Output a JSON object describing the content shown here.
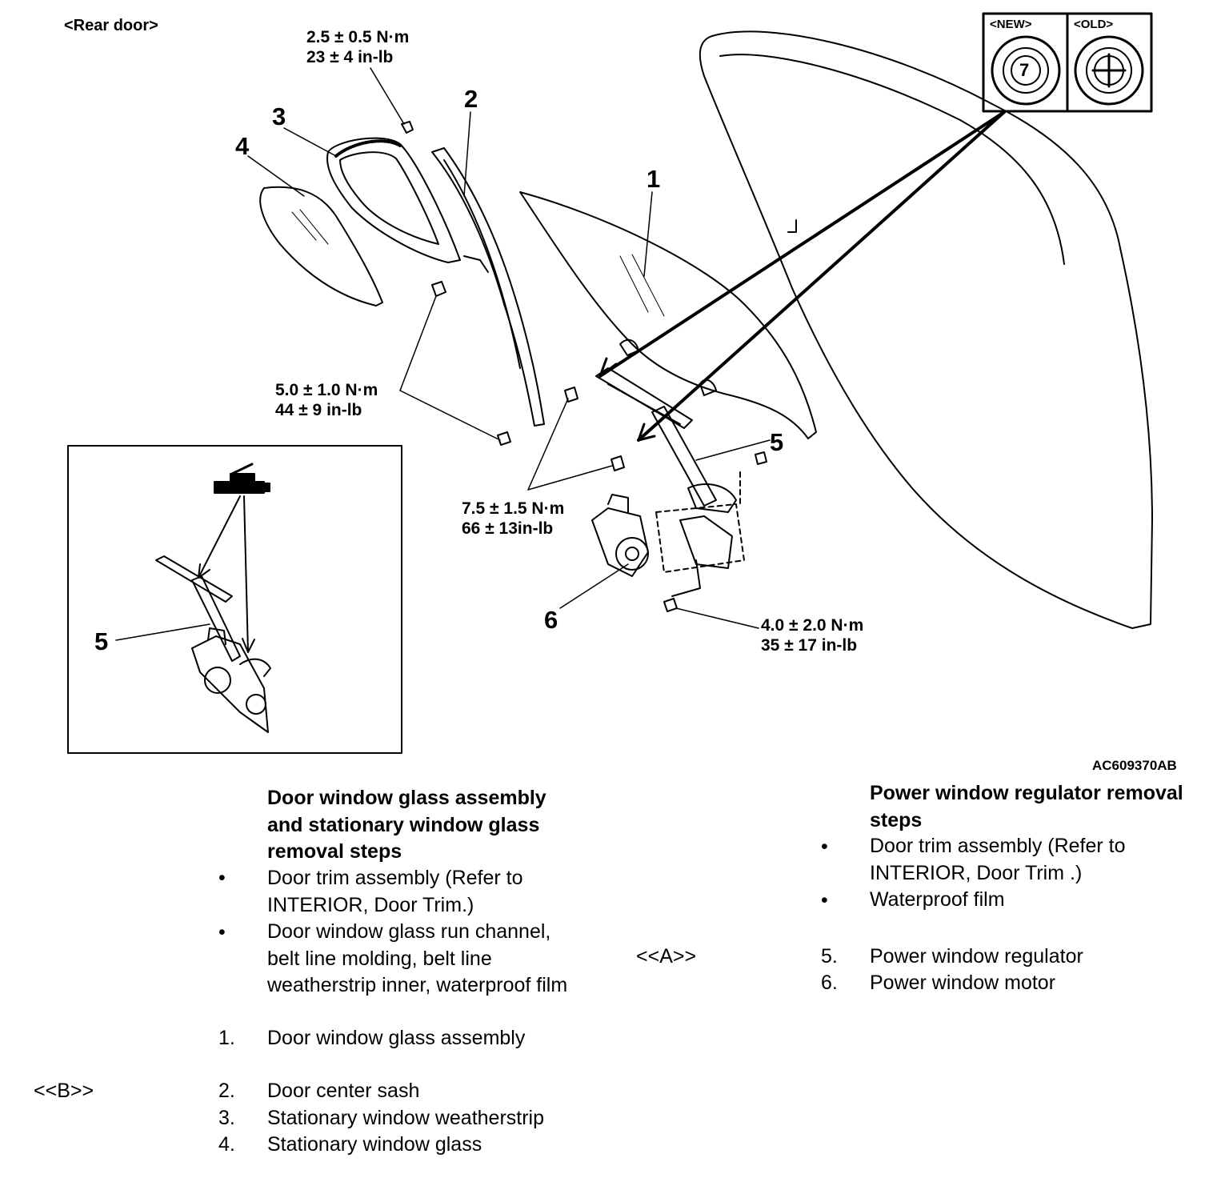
{
  "header": {
    "rear_door_label": "<Rear door>"
  },
  "legend_box": {
    "new_label": "<NEW>",
    "old_label": "<OLD>",
    "new_symbol_number": "7"
  },
  "callouts": [
    "1",
    "2",
    "3",
    "4",
    "5",
    "5",
    "6"
  ],
  "torques": {
    "t1": [
      "2.5 ± 0.5 N·m",
      "23 ± 4 in-lb"
    ],
    "t2": [
      "5.0 ± 1.0 N·m",
      "44 ± 9 in-lb"
    ],
    "t3": [
      "7.5 ± 1.5 N·m",
      "66 ± 13in-lb"
    ],
    "t4": [
      "4.0 ± 2.0 N·m",
      "35 ± 17 in-lb"
    ]
  },
  "figure_code": "AC609370AB",
  "left_steps": {
    "title": [
      "Door window glass assembly",
      "and stationary window glass",
      "removal steps"
    ],
    "prereq1": [
      "Door trim assembly (Refer to",
      "INTERIOR, Door Trim.)"
    ],
    "prereq2": [
      "Door window glass run channel,",
      "belt line molding, belt line",
      "weatherstrip inner, waterproof film"
    ],
    "items": [
      {
        "num": "1.",
        "text": "Door window glass assembly",
        "mark": ""
      },
      {
        "num": "2.",
        "text": "Door center sash",
        "mark": "<<B>>"
      },
      {
        "num": "3.",
        "text": "Stationary window weatherstrip",
        "mark": ""
      },
      {
        "num": "4.",
        "text": "Stationary window glass",
        "mark": ""
      }
    ]
  },
  "right_steps": {
    "title": [
      "Power window regulator removal",
      "steps"
    ],
    "prereq1": [
      "Door trim assembly (Refer to",
      "INTERIOR, Door Trim .)"
    ],
    "prereq2": [
      "Waterproof film"
    ],
    "items": [
      {
        "num": "5.",
        "text": "Power window regulator",
        "mark": "<<A>>"
      },
      {
        "num": "6.",
        "text": "Power window motor",
        "mark": ""
      }
    ]
  }
}
